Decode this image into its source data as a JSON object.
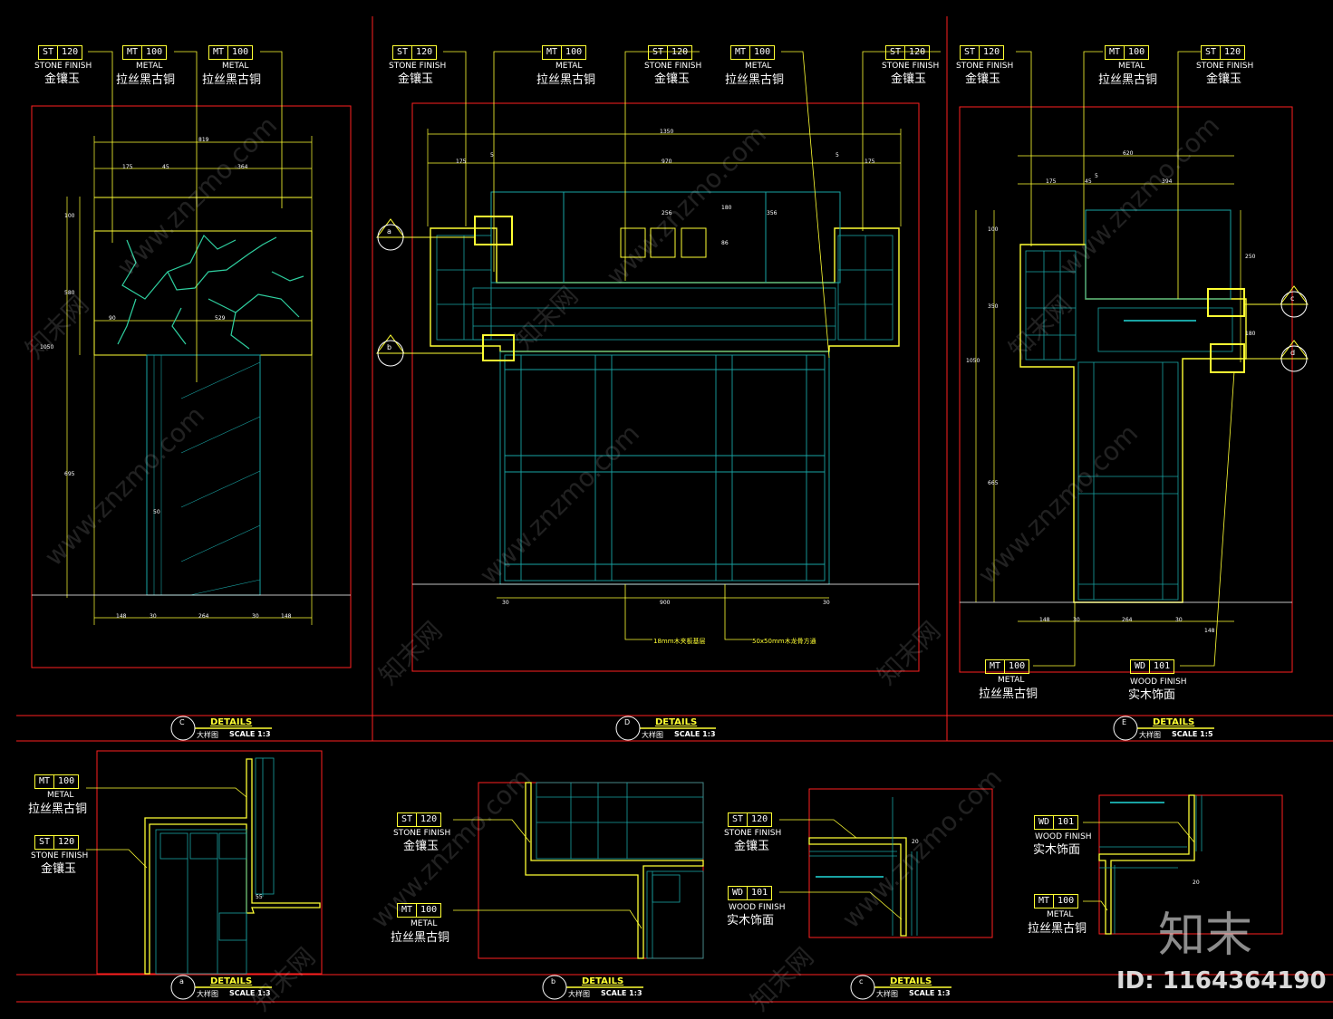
{
  "materials": {
    "st": {
      "code": "ST",
      "num": "120",
      "en": "STONE FINISH",
      "cn": "金镶玉"
    },
    "mt": {
      "code": "MT",
      "num": "100",
      "en": "METAL",
      "cn": "拉丝黑古铜"
    },
    "wd": {
      "code": "WD",
      "num": "101",
      "en": "WOOD FINISH",
      "cn": "实木饰面"
    }
  },
  "details": {
    "title": "DETAILS",
    "subtitle": "大样图",
    "scale_a": "SCALE 1:3",
    "scale_e": "SCALE 1:5",
    "markers": {
      "C": "C",
      "D": "D",
      "E": "E",
      "a": "a",
      "b": "b",
      "c": "c",
      "d": "d"
    }
  },
  "dims": {
    "c": {
      "w819": "819",
      "w175": "175",
      "w45": "45",
      "w364": "364",
      "h100": "100",
      "h580": "580",
      "w90": "90",
      "w529": "529",
      "h1050": "1050",
      "h695": "695",
      "w50": "50",
      "w148": "148",
      "w30": "30",
      "w264": "264"
    },
    "d": {
      "w1350": "1350",
      "w175": "175",
      "w5": "5",
      "w970": "970",
      "w256": "256",
      "w356": "356",
      "h180": "180",
      "h86": "86",
      "w900": "900",
      "w30": "30"
    },
    "e": {
      "w620": "620",
      "w175": "175",
      "w45": "45",
      "w5": "5",
      "w394": "394",
      "h100": "100",
      "h350": "350",
      "h250": "250",
      "h180": "180",
      "h1050": "1050",
      "h665": "665",
      "w148": "148",
      "w30": "30",
      "w264": "264"
    },
    "a": {
      "w55": "55"
    },
    "cdet": {
      "h20": "20",
      "w20": "20"
    }
  },
  "notes": {
    "d1": "18mm木夹板基层",
    "d2": "50x50mm木龙骨方通"
  },
  "watermark": {
    "site": "www.znzmo.com",
    "brand": "知末网",
    "logo": "知末",
    "id": "ID: 1164364190"
  },
  "colors": {
    "frame": "#ff2020",
    "tag": "#ffff33",
    "cabinet": "#19a3a3",
    "line": "#ffff33",
    "marble": "#2fd0a0"
  }
}
